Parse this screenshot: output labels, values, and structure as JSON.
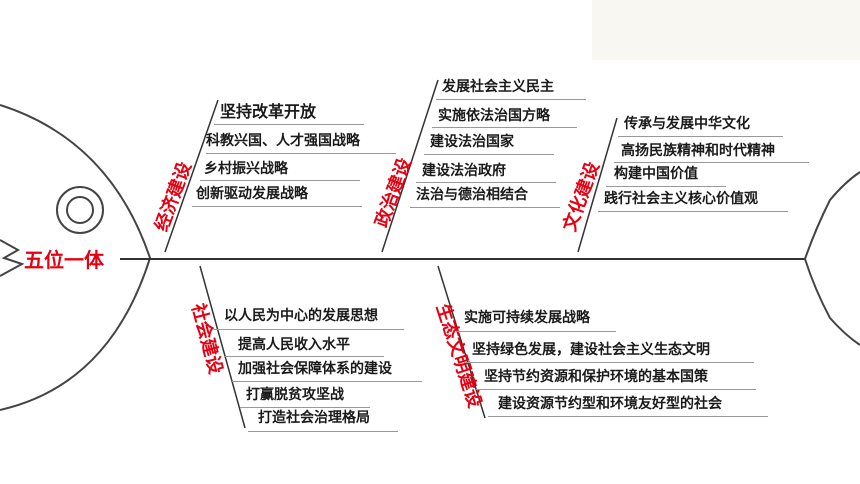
{
  "diagram": {
    "head_title": "五位一体",
    "branches": [
      {
        "label": "经济建设",
        "items": [
          "坚持改革开放",
          "科教兴国、人才强国战略",
          "乡村振兴战略",
          "创新驱动发展战略"
        ]
      },
      {
        "label": "政治建设",
        "items": [
          "发展社会主义民主",
          "实施依法治国方略",
          "建设法治国家",
          "建设法治政府",
          "法治与德治相结合"
        ]
      },
      {
        "label": "文化建设",
        "items": [
          "传承与发展中华文化",
          "高扬民族精神和时代精神",
          "构建中国价值",
          "践行社会主义核心价值观"
        ]
      },
      {
        "label": "社会建设",
        "items": [
          "以人民为中心的发展思想",
          "提高人民收入水平",
          "加强社会保障体系的建设",
          "打赢脱贫攻坚战",
          "打造社会治理格局"
        ]
      },
      {
        "label": "生态文明建设",
        "items": [
          "实施可持续发展战略",
          "坚持绿色发展，建设社会主义生态文明",
          "坚持节约资源和保护环境的基本国策",
          "建设资源节约型和环境友好型的社会"
        ]
      }
    ],
    "colors": {
      "accent": "#e60012",
      "text": "#1a1a1a",
      "line": "#333333"
    }
  }
}
